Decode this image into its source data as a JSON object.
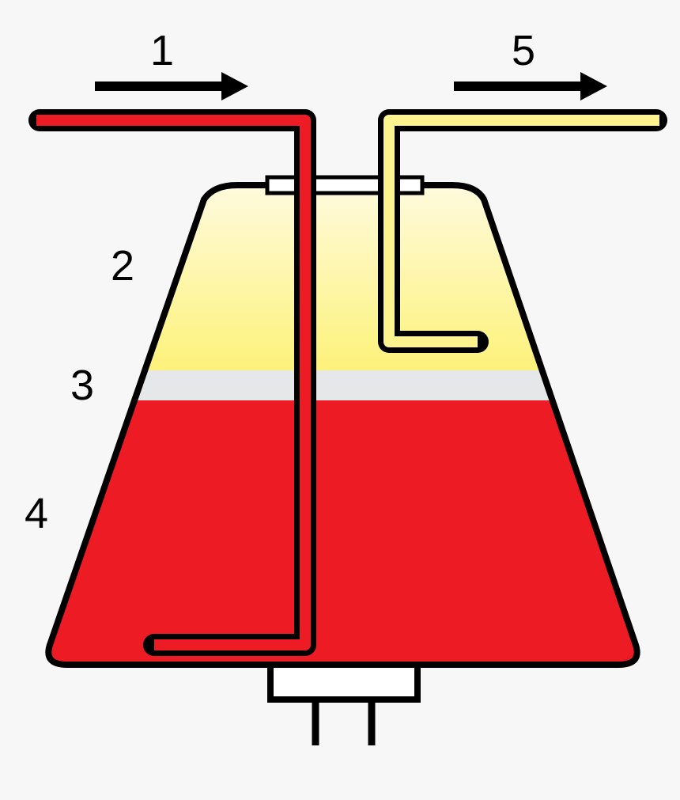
{
  "labels": {
    "inflow": "1",
    "upper_layer": "2",
    "middle_layer": "3",
    "lower_layer": "4",
    "outflow": "5"
  },
  "colors": {
    "background": "#f7f7f7",
    "red": "#ed1c24",
    "yellow_top": "#fefbe3",
    "yellow_bottom": "#fdf27a",
    "grey": "#e6e7e8",
    "outline": "#000000",
    "white": "#ffffff"
  }
}
